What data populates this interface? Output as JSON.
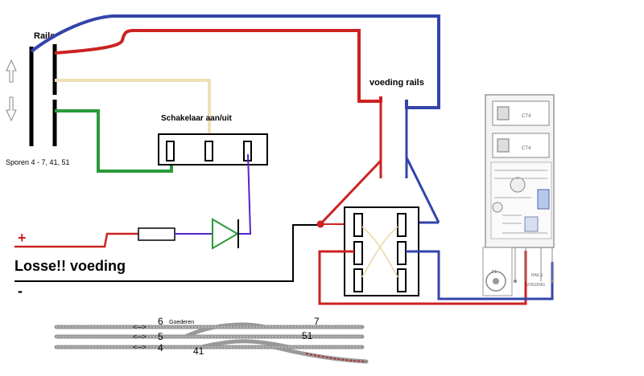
{
  "labels": {
    "rails": "Rails",
    "sporen": "Sporen 4 - 7, 41, 51",
    "switch": "Schakelaar aan/uit",
    "voeding_rails": "voeding rails",
    "plus": "+",
    "losse_voeding": "Losse!! voeding",
    "minus": "-"
  },
  "board": {
    "component1": "CT4",
    "component2": "CT4",
    "pin_label": "P1",
    "rails": "RAILS",
    "voeding": "VOEDING"
  },
  "track": {
    "n6": "6",
    "goederen": "Goederen",
    "n7": "7",
    "n5": "5",
    "n51": "51",
    "n4": "4",
    "n41": "41",
    "arrow": "<-->"
  },
  "colors": {
    "red": "#cc2222",
    "blue": "#3344aa",
    "beige": "#eee0b8",
    "green": "#2a9a3a",
    "diode": "#2a9a3a",
    "black": "#000000",
    "purple": "#5522cc"
  }
}
